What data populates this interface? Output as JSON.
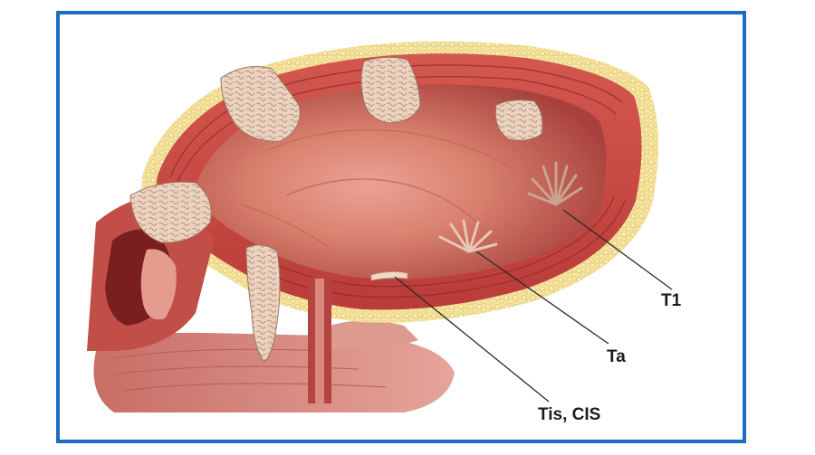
{
  "labels": {
    "t1": "T1",
    "ta": "Ta",
    "tis": "Tis, CIS"
  },
  "colors": {
    "frame_border": "#1a6dc0",
    "fat_layer": "#f2dc8e",
    "muscle_outer": "#c94a48",
    "mucosa": "#b5433f",
    "lumen": "#d67c6c",
    "tumor": "#e8cdb7",
    "leader_line": "#2a2a2a"
  }
}
